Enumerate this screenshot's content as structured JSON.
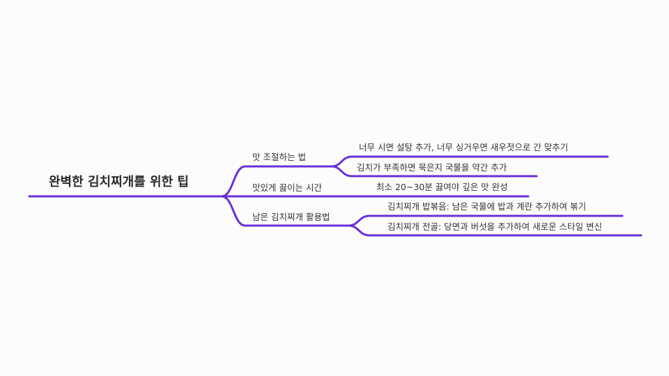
{
  "accent_color": "#6a2fd8",
  "root": {
    "label": "완벽한 김치찌개를 위한 팁",
    "children": [
      {
        "label": "맛 조절하는 법",
        "children": [
          {
            "label": "너무 시면 설탕 추가, 너무 싱거우면 새우젓으로 간 맞추기"
          },
          {
            "label": "김치가 부족하면 묵은지 국물을 약간 추가"
          }
        ]
      },
      {
        "label": "맛있게 끓이는 시간",
        "children": [
          {
            "label": "최소 20~30분 끓여야 깊은 맛 완성"
          }
        ]
      },
      {
        "label": "남은 김치찌개 활용법",
        "children": [
          {
            "label": "김치찌개 밥볶음: 남은 국물에 밥과 계란 추가하여 볶기"
          },
          {
            "label": "김치찌개 전골: 당면과 버섯을 추가하여 새로운 스타일 변신"
          }
        ]
      }
    ]
  }
}
